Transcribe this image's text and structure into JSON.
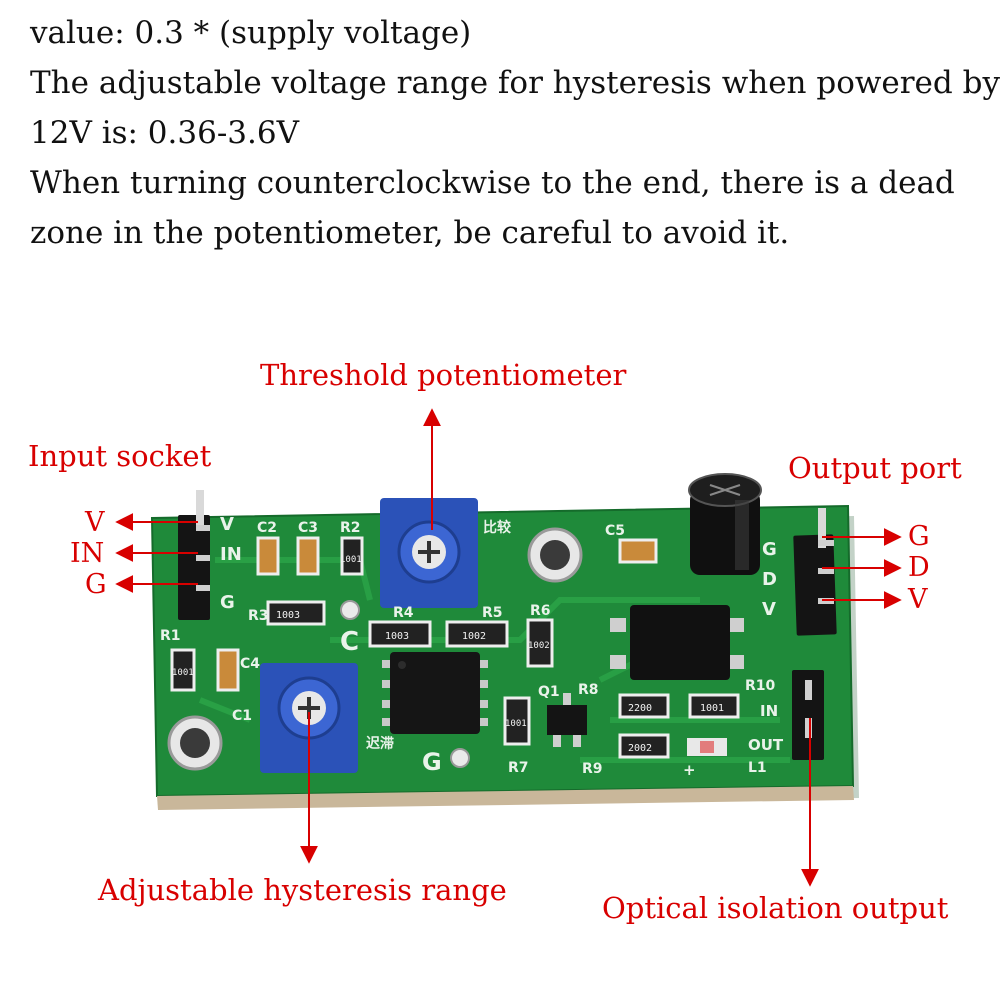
{
  "description": {
    "lines": [
      "value: 0.3 * (supply voltage)",
      "The adjustable voltage range for hysteresis when powered by",
      "12V is: 0.36-3.6V",
      "When turning counterclockwise to the end, there is a dead",
      "zone in the potentiometer, be careful to avoid it."
    ]
  },
  "callouts": {
    "threshold": "Threshold potentiometer",
    "input_socket": "Input socket",
    "output_port": "Output port",
    "hysteresis": "Adjustable hysteresis range",
    "optical": "Optical isolation output"
  },
  "input_pins": [
    "V",
    "IN",
    "G"
  ],
  "output_pins": [
    "G",
    "D",
    "V"
  ],
  "board": {
    "labels": {
      "c2": "C2",
      "c3": "C3",
      "r2": "R2",
      "r3": "R3",
      "r4": "R4",
      "r5": "R5",
      "r6": "R6",
      "c5": "C5",
      "r1": "R1",
      "c4": "C4",
      "c1": "C1",
      "q1": "Q1",
      "r8": "R8",
      "r7": "R7",
      "r9": "R9",
      "r10": "R10",
      "l1": "L1",
      "c_big": "C",
      "g_big": "G",
      "in_left": "IN",
      "g_left": "G",
      "v_left": "V",
      "compare": "比较",
      "hyst": "迟滞",
      "out_g": "G",
      "out_d": "D",
      "out_v": "V",
      "in_right": "IN",
      "out_right": "OUT",
      "plus": "+"
    },
    "codes": {
      "r3": "1003",
      "r4": "1003",
      "r5": "1002",
      "r6": "1002",
      "r2": "1001",
      "r1": "1001",
      "r8a": "2200",
      "r8b": "1001",
      "r9": "2002",
      "r7": "1001"
    },
    "colors": {
      "pcb": "#1f8a3a",
      "accent": "#d80000",
      "pot": "#2b52b8"
    }
  }
}
